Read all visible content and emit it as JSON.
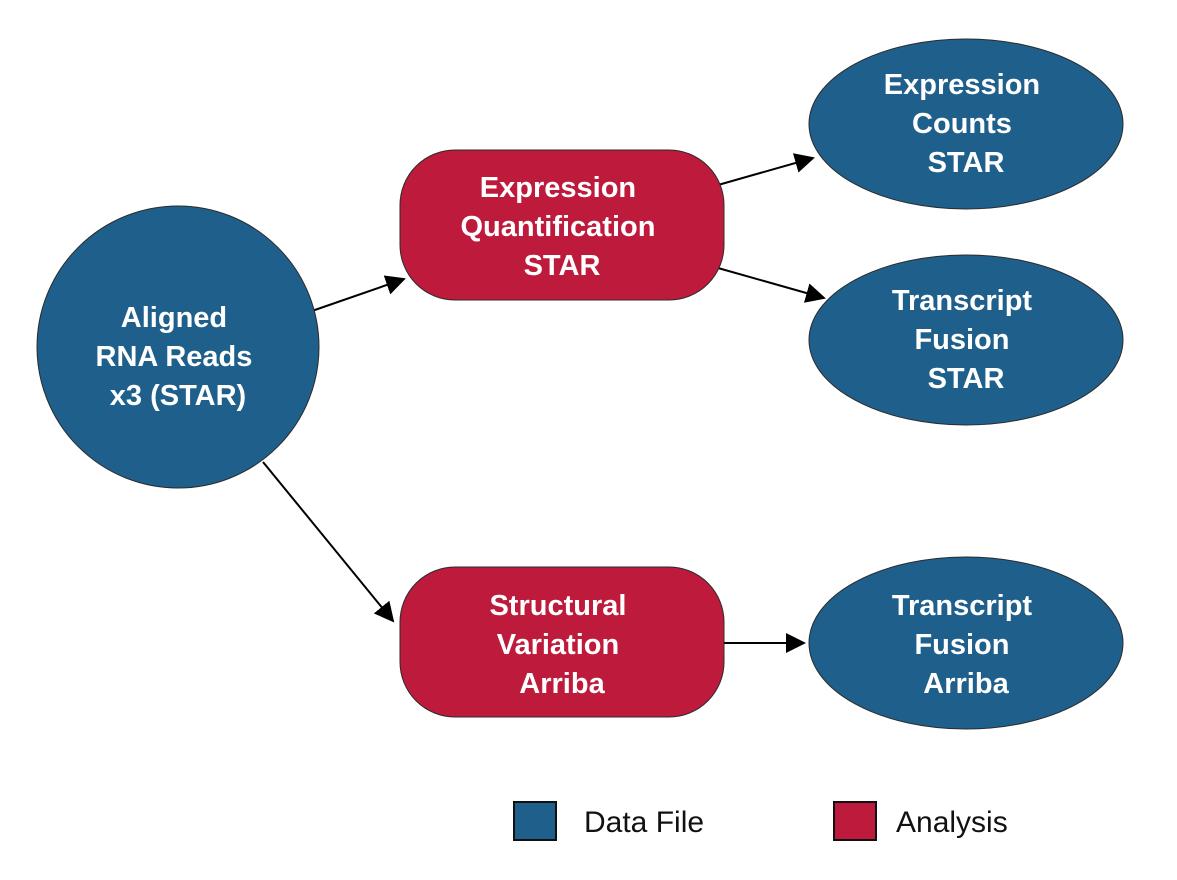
{
  "colors": {
    "data_file": "#1f5f8b",
    "analysis": "#bd1a3c",
    "edge": "#000000",
    "node_text": "#ffffff"
  },
  "nodes": {
    "aligned_rna_reads": {
      "kind": "data_file",
      "lines": [
        "Aligned",
        "RNA Reads",
        "x3 (STAR)"
      ]
    },
    "expression_quantification": {
      "kind": "analysis",
      "lines": [
        "Expression",
        "Quantification",
        "STAR"
      ]
    },
    "structural_variation": {
      "kind": "analysis",
      "lines": [
        "Structural",
        "Variation",
        "Arriba"
      ]
    },
    "expression_counts": {
      "kind": "data_file",
      "lines": [
        "Expression",
        "Counts",
        "STAR"
      ]
    },
    "transcript_fusion_star": {
      "kind": "data_file",
      "lines": [
        "Transcript",
        "Fusion",
        "STAR"
      ]
    },
    "transcript_fusion_arriba": {
      "kind": "data_file",
      "lines": [
        "Transcript",
        "Fusion",
        "Arriba"
      ]
    }
  },
  "edges": [
    {
      "from": "aligned_rna_reads",
      "to": "expression_quantification"
    },
    {
      "from": "aligned_rna_reads",
      "to": "structural_variation"
    },
    {
      "from": "expression_quantification",
      "to": "expression_counts"
    },
    {
      "from": "expression_quantification",
      "to": "transcript_fusion_star"
    },
    {
      "from": "structural_variation",
      "to": "transcript_fusion_arriba"
    }
  ],
  "legend": {
    "data_file_label": "Data File",
    "analysis_label": "Analysis"
  }
}
